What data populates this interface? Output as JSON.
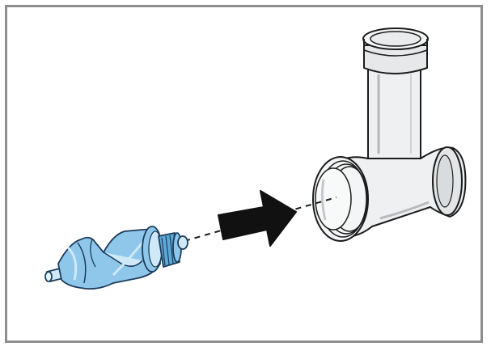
{
  "figure": {
    "description_parts": [
      "worm-shaft",
      "insert-arrow",
      "grinder-housing"
    ],
    "colors": {
      "frame": "#8e8e8e",
      "housing_fill": "#eef0f1",
      "housing_stroke": "#1c1c1c",
      "shaft_fill": "#8fc7ea",
      "shaft_light": "#cfe9f8",
      "shaft_stroke": "#1c3c5a",
      "arrow": "#111111"
    }
  }
}
